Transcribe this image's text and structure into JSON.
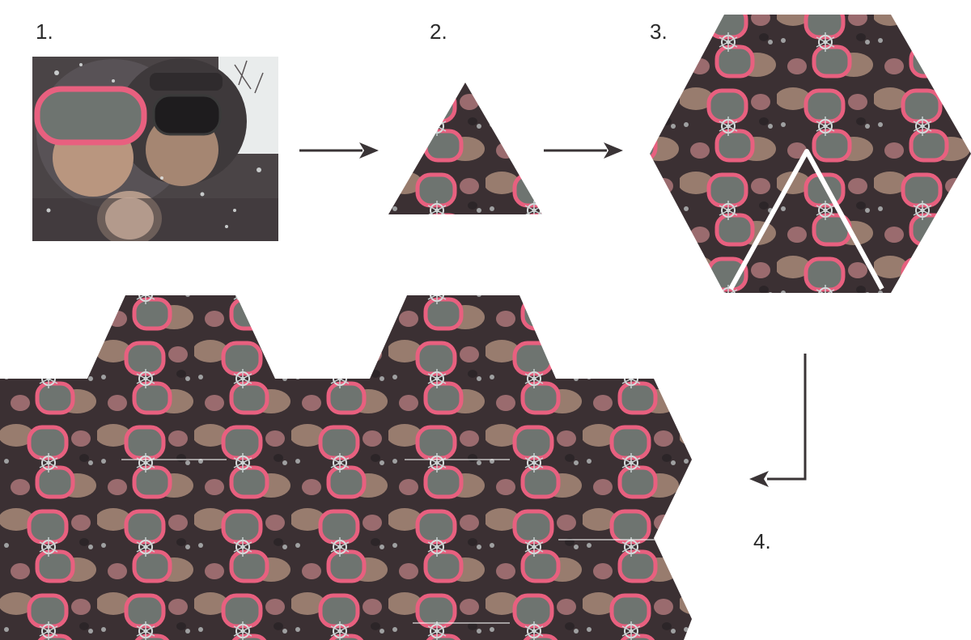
{
  "steps": [
    {
      "number": "1.",
      "description": "source-photo"
    },
    {
      "number": "2.",
      "description": "triangle-crop"
    },
    {
      "number": "3.",
      "description": "hexagon-kaleidoscope"
    },
    {
      "number": "4.",
      "description": "tiled-pattern"
    }
  ],
  "colors": {
    "arrow": "#3a3436",
    "goggle_pink": "#e8607f",
    "lens_gray": "#6e7470",
    "skin": "#b9967f",
    "dark_bg": "#3b3033",
    "snow": "#d8dede",
    "white_line": "#ffffff"
  },
  "icons": [
    "arrow-right-icon",
    "arrow-right-icon",
    "arrow-down-left-icon"
  ]
}
